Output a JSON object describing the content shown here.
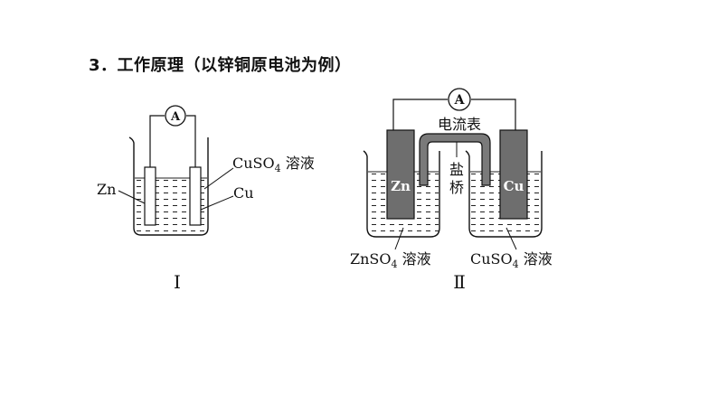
{
  "heading": "3．工作原理（以锌铜原电池为例）",
  "figure1": {
    "ammeter": "A",
    "left_electrode": "Zn",
    "right_electrode": "Cu",
    "solution_formula": "CuSO",
    "solution_subscript": "4",
    "solution_word": " 溶液",
    "roman": "Ⅰ"
  },
  "figure2": {
    "ammeter": "A",
    "ammeter_label": "电流表",
    "bridge_char1": "盐",
    "bridge_char2": "桥",
    "left_electrode": "Zn",
    "right_electrode": "Cu",
    "left_solution_formula": "ZnSO",
    "left_solution_subscript": "4",
    "left_solution_word": " 溶液",
    "right_solution_formula": "CuSO",
    "right_solution_subscript": "4",
    "right_solution_word": " 溶液",
    "roman": "Ⅱ"
  },
  "colors": {
    "electrode_fill": "#6e6e6e",
    "salt_bridge": "#7a7a7a",
    "line": "#111111"
  }
}
